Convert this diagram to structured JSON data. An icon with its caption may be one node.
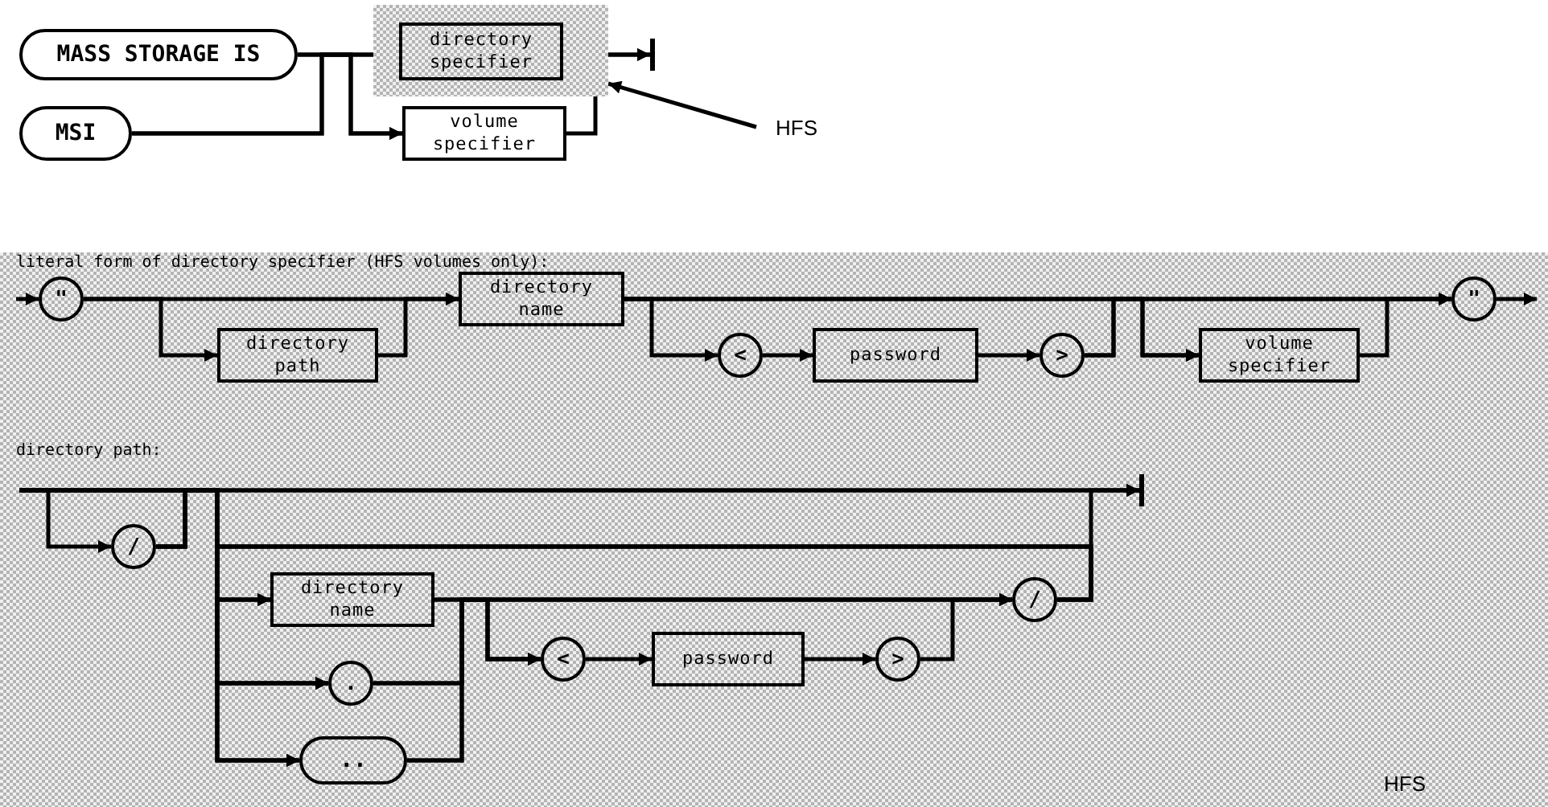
{
  "diagram": {
    "nodes": [
      {
        "text": [
          "MASS STORAGE IS"
        ]
      },
      {
        "text": [
          "MSI"
        ]
      },
      {
        "text": [],
        "shape": "box"
      },
      {
        "text": [
          "directory specifier"
        ],
        "in": 2
      },
      {
        "text": [
          "volume specifier"
        ]
      },
      {
        "text": [],
        "shape": "bar"
      },
      {
        "text": [
          "HFS"
        ]
      },
      {
        "text": [
          "\""
        ]
      },
      {
        "text": [
          "directory path"
        ]
      },
      {
        "text": [
          "directory name"
        ]
      },
      {
        "text": [
          "<"
        ]
      },
      {
        "text": [
          "password"
        ]
      },
      {
        "text": [
          ">"
        ]
      },
      {
        "text": [
          "volume specifier"
        ]
      },
      {
        "text": [
          "\""
        ]
      },
      {
        "text": [
          "/"
        ]
      },
      {
        "text": [
          "directory name"
        ]
      },
      {
        "text": [
          "."
        ]
      },
      {
        "text": [
          ".."
        ]
      },
      {
        "text": [
          "<"
        ]
      },
      {
        "text": [
          "password"
        ]
      },
      {
        "text": [
          ">"
        ]
      },
      {
        "text": [
          "/"
        ]
      },
      {
        "text": [],
        "shape": "bar"
      }
    ],
    "edges": [
      {
        "from": 0,
        "to": 3,
        "arrow": "to"
      },
      {
        "from": 0,
        "to": 4,
        "arrow": "to"
      },
      {
        "from": 1,
        "to": 3,
        "arrow": "to"
      },
      {
        "from": 1,
        "to": 4,
        "arrow": "to"
      },
      {
        "from": 3,
        "to": 5,
        "arrow": "to"
      },
      {
        "from": 4,
        "to": 5,
        "arrow": "to"
      },
      {
        "from": 6,
        "to": 2,
        "arrow": "to"
      },
      {
        "from": null,
        "to": 7,
        "arrow": "to"
      },
      {
        "from": 7,
        "to": 9,
        "arrow": "to"
      },
      {
        "from": 7,
        "to": 8,
        "arrow": "to"
      },
      {
        "from": 8,
        "to": 9,
        "arrow": "to"
      },
      {
        "from": 9,
        "to": 10,
        "arrow": "to"
      },
      {
        "from": 10,
        "to": 11,
        "arrow": "to"
      },
      {
        "from": 11,
        "to": 12,
        "arrow": "to"
      },
      {
        "from": 12,
        "to": 13,
        "arrow": "to"
      },
      {
        "from": 12,
        "to": 14,
        "arrow": "to"
      },
      {
        "from": 9,
        "to": 13,
        "arrow": "to"
      },
      {
        "from": 9,
        "to": 14,
        "arrow": "to"
      },
      {
        "from": 13,
        "to": 14,
        "arrow": "to"
      },
      {
        "from": 14,
        "to": null,
        "arrow": "to"
      },
      {
        "from": null,
        "to": 15,
        "arrow": "to"
      },
      {
        "from": null,
        "to": 16,
        "arrow": "to"
      },
      {
        "from": null,
        "to": 17,
        "arrow": "to"
      },
      {
        "from": null,
        "to": 18,
        "arrow": "to"
      },
      {
        "from": null,
        "to": 23,
        "arrow": "to"
      },
      {
        "from": 15,
        "to": 16,
        "arrow": "to"
      },
      {
        "from": 15,
        "to": 17,
        "arrow": "to"
      },
      {
        "from": 15,
        "to": 18,
        "arrow": "to"
      },
      {
        "from": 15,
        "to": 23,
        "arrow": "to"
      },
      {
        "from": 16,
        "to": 19,
        "arrow": "to"
      },
      {
        "from": 16,
        "to": 22,
        "arrow": "to"
      },
      {
        "from": 17,
        "to": 19,
        "arrow": "to"
      },
      {
        "from": 17,
        "to": 22,
        "arrow": "to"
      },
      {
        "from": 18,
        "to": 19,
        "arrow": "to"
      },
      {
        "from": 18,
        "to": 22,
        "arrow": "to"
      },
      {
        "from": 19,
        "to": 20,
        "arrow": "to"
      },
      {
        "from": 20,
        "to": 21,
        "arrow": "to"
      },
      {
        "from": 21,
        "to": 22,
        "arrow": "to"
      },
      {
        "from": 22,
        "to": 23,
        "arrow": "to"
      },
      {
        "from": 22,
        "to": 16,
        "arrow": "to"
      },
      {
        "from": 22,
        "to": 17,
        "arrow": "to"
      },
      {
        "from": 22,
        "to": 18,
        "arrow": "to"
      }
    ],
    "labels": [
      "literal form of directory specifier (HFS volumes only):",
      "directory path:",
      "HFS"
    ]
  }
}
